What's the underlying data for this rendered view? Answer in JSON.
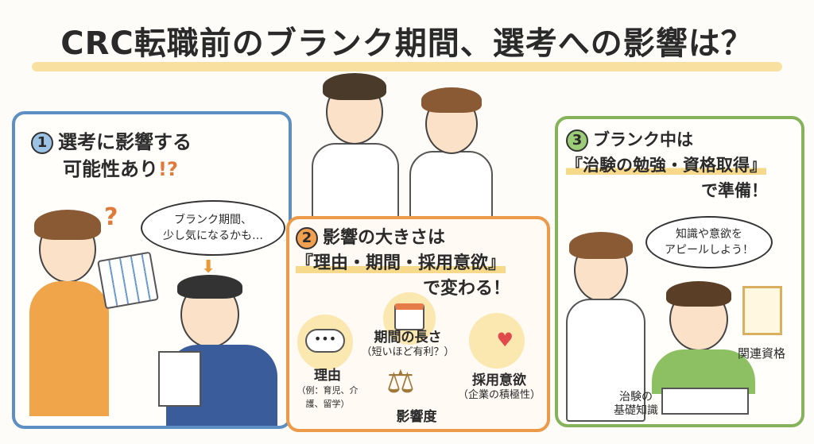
{
  "title": "CRC転職前のブランク期間、選考への影響は？",
  "colors": {
    "panel1": "#5e8fc4",
    "panel2": "#ec9a4a",
    "panel3": "#86b25a",
    "highlight": "#f6d98a"
  },
  "panel1": {
    "number": "1",
    "heading_line1": "選考に影響する",
    "heading_line2": "可能性あり",
    "heading_mark": "!?",
    "question_mark": "?",
    "speech": [
      "ブランク期間、",
      "少し気になるかも…"
    ],
    "icons": [
      "calendar-icon",
      "arrow-down-icon",
      "document-icon"
    ]
  },
  "panel2": {
    "number": "2",
    "heading_line1": "影響の大きさは",
    "heading_line2": "『理由・期間・採用意欲』",
    "heading_line3": "で変わる！",
    "factors": [
      {
        "label": "期間の長さ",
        "note": "（短いほど有利？）",
        "icon": "calendar-clock-icon"
      },
      {
        "label": "理由",
        "note": "（例：育児、介護、留学）",
        "icon": "thought-cloud-icon"
      },
      {
        "label": "採用意欲",
        "note": "（企業の積極性）",
        "icon": "muscle-heart-icon"
      }
    ],
    "center_label": "影響度",
    "center_icon": "balance-scale-icon"
  },
  "panel3": {
    "number": "3",
    "heading_line1": "ブランク中は",
    "heading_line2": "『治験の勉強・資格取得』",
    "heading_line3": "で準備！",
    "speech": [
      "知識や意欲を",
      "アピールしよう！"
    ],
    "certificate_label": "関連資格",
    "study_label": [
      "治験の",
      "基礎知識"
    ]
  }
}
